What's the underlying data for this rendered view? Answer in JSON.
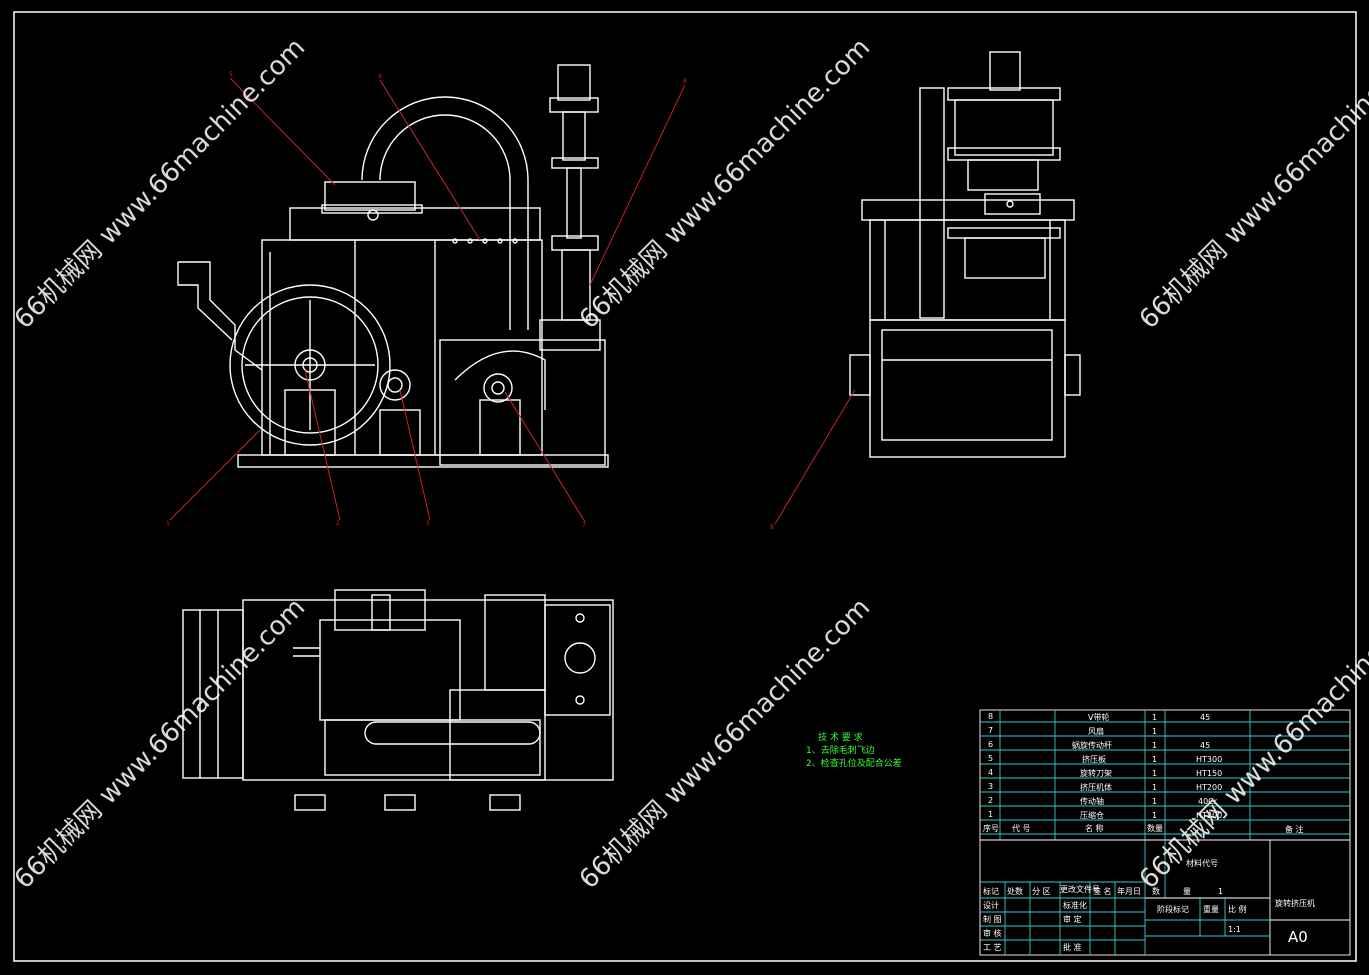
{
  "watermark": {
    "text": "66机械网 www.66machine.com"
  },
  "technical_requirements": {
    "title": "技 术 要 求",
    "items": [
      "1、去除毛刺飞边",
      "2、检查孔位及配合公差"
    ]
  },
  "bom": {
    "rows": [
      {
        "no": "8",
        "name": "V带轮",
        "qty": "1",
        "material": "45"
      },
      {
        "no": "7",
        "name": "风扇",
        "qty": "1",
        "material": ""
      },
      {
        "no": "6",
        "name": "蜗旋传动杆",
        "qty": "1",
        "material": "45"
      },
      {
        "no": "5",
        "name": "挤压板",
        "qty": "1",
        "material": "HT300"
      },
      {
        "no": "4",
        "name": "旋转刀架",
        "qty": "1",
        "material": "HT150"
      },
      {
        "no": "3",
        "name": "挤压机体",
        "qty": "1",
        "material": "HT200"
      },
      {
        "no": "2",
        "name": "传动轴",
        "qty": "1",
        "material": "40Cr"
      },
      {
        "no": "1",
        "name": "压缩仓",
        "qty": "1",
        "material": "HT200"
      }
    ],
    "header": {
      "no": "序号",
      "code": "代  号",
      "name": "名  称",
      "qty": "数量",
      "remark": "备 注"
    }
  },
  "title_block": {
    "material_label": "材料代号",
    "cells": {
      "mark": "标记",
      "count": "处数",
      "zone": "分 区",
      "change_doc": "更改文件号",
      "sign": "签 名",
      "date": "年月日",
      "design": "设计",
      "standardize": "标准化",
      "draw": "制 图",
      "review": "审 定",
      "check": "审 核",
      "process": "工 艺",
      "approve": "批 准",
      "stage": "阶段标记",
      "weight": "重量",
      "scale": "比 例",
      "qty_label": "数",
      "qty_label2": "量",
      "qty_value": "1",
      "scale_value": "1:1",
      "drawing_name": "旋转挤压机",
      "sheet_size": "A0"
    }
  },
  "leaders": {
    "labels": [
      "5",
      "6",
      "8",
      "1",
      "2",
      "3",
      "7",
      "8"
    ]
  }
}
